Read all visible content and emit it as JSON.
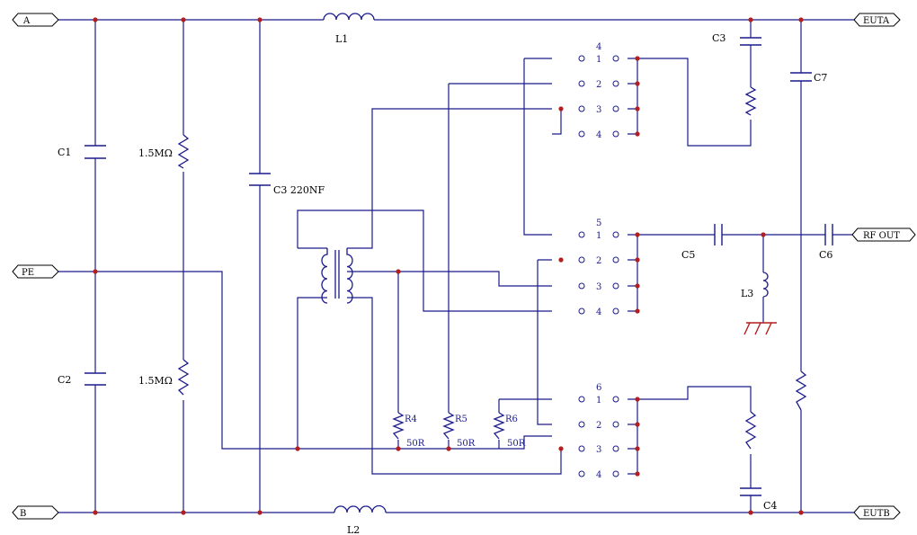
{
  "ports": {
    "a": "A",
    "b": "B",
    "pe": "PE",
    "euta": "EUTA",
    "eutb": "EUTB",
    "rf_out": "RF OUT"
  },
  "components": {
    "l1": "L1",
    "l2": "L2",
    "l3": "L3",
    "c1": "C1",
    "c2": "C2",
    "c3_mains": "C3 220NF",
    "c3_top": "C3",
    "c4": "C4",
    "c5": "C5",
    "c6": "C6",
    "c7": "C7",
    "r_bleed_top": "1.5MΩ",
    "r_bleed_bottom": "1.5MΩ",
    "r4": "R4",
    "r5": "R5",
    "r6": "R6",
    "r4_value": "50R",
    "r5_value": "50R",
    "r6_value": "50R"
  },
  "switches": {
    "s4": {
      "number": "4",
      "positions": [
        "1",
        "2",
        "3",
        "4"
      ]
    },
    "s5": {
      "number": "5",
      "positions": [
        "1",
        "2",
        "3",
        "4"
      ]
    },
    "s6": {
      "number": "6",
      "positions": [
        "1",
        "2",
        "3",
        "4"
      ]
    }
  }
}
